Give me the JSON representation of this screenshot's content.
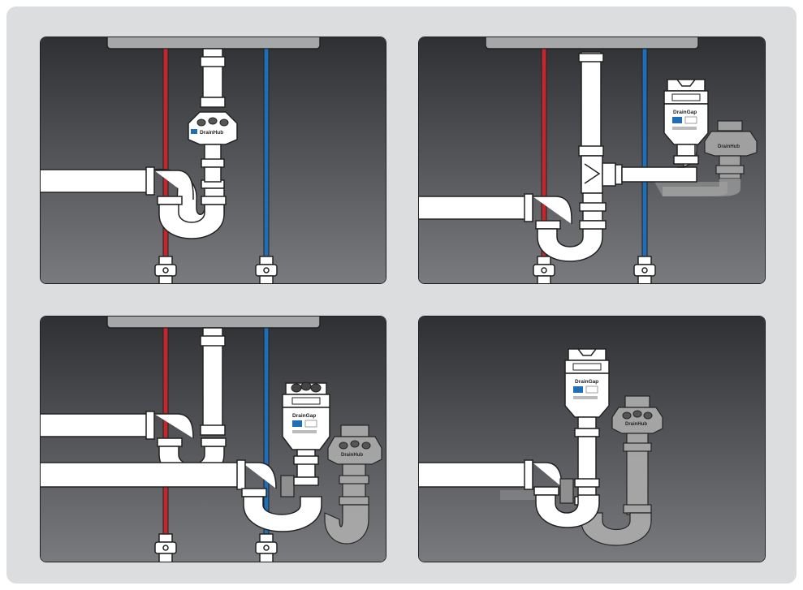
{
  "colors": {
    "background": "#dcdddf",
    "panel_top": "#2f3034",
    "panel_bottom": "#77787b",
    "hot_line": "#c1272d",
    "cold_line": "#1f6fb8",
    "pipe": "#ffffff",
    "pipe_outline": "#2a2a2a",
    "ghost_pipe": "#a9a9a9"
  },
  "device_labels": {
    "drainhub": "DrainHub",
    "draingap": "DrainGap"
  },
  "panels": [
    {
      "id": "p1",
      "drainhub_label": "DrainHub"
    },
    {
      "id": "p2",
      "draingap_label": "DrainGap",
      "drainhub_label": "DrainHub"
    },
    {
      "id": "p3",
      "draingap_label": "DrainGap",
      "drainhub_label": "DrainHub"
    },
    {
      "id": "p4",
      "draingap_label": "DrainGap",
      "drainhub_label": "DrainHub"
    }
  ]
}
